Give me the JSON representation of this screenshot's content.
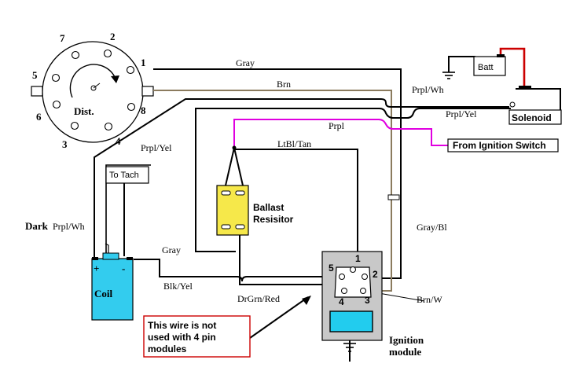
{
  "diagram": {
    "distributor": {
      "label": "Dist.",
      "pins": [
        "1",
        "2",
        "3",
        "4",
        "5",
        "6",
        "7",
        "8"
      ]
    },
    "battery": {
      "label": "Batt"
    },
    "solenoid": {
      "label": "Solenoid"
    },
    "ignition_switch": {
      "label": "From Ignition Switch"
    },
    "tach": {
      "label": "To Tach"
    },
    "ballast": {
      "line1": "Ballast",
      "line2": "Resisitor"
    },
    "coil": {
      "label": "Coil",
      "plus": "+",
      "minus": "-"
    },
    "module": {
      "line1": "Ignition",
      "line2": "module",
      "pins": [
        "1",
        "2",
        "3",
        "4",
        "5"
      ]
    },
    "note": {
      "line1": "This wire is not",
      "line2": "used with 4 pin",
      "line3": "modules"
    },
    "wires": {
      "gray_top": "Gray",
      "brn": "Brn",
      "prpl_wh": "Prpl/Wh",
      "prpl_yel_right": "Prpl/Yel",
      "prpl": "Prpl",
      "ltbl_tan": "LtBl/Tan",
      "prpl_yel_left": "Prpl/Yel",
      "dark_label": "Dark",
      "prpl_wh_left": "Prpl/Wh",
      "gray_coil": "Gray",
      "gray_bl": "Gray/Bl",
      "blk_yel": "Blk/Yel",
      "drgrn_red": "DrGrn/Red",
      "brn_w": "Brn/W"
    },
    "colors": {
      "wire_black": "#000000",
      "wire_brown": "#8b7b5e",
      "wire_magenta": "#e000e0",
      "battery_red": "#cc0000",
      "ballast_fill": "#f6e84a",
      "coil_fill": "#33ccee",
      "module_fill": "#c8c8c8",
      "module_window": "#22ccee"
    }
  }
}
